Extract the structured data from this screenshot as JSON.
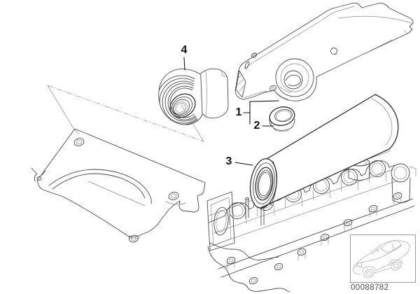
{
  "diagram": {
    "callouts": [
      {
        "label": "1"
      },
      {
        "label": "2"
      },
      {
        "label": "3"
      },
      {
        "label": "4"
      }
    ],
    "doc_number": "00088782",
    "colors": {
      "bg": "#ffffff",
      "line-dark": "#2e2e2e",
      "line-med": "#4a4a4a",
      "line-light": "#8c8c8c",
      "line-black": "#111111",
      "line-car": "#b4b4b4",
      "box-border": "#9a9a9a",
      "label-color": "#111111",
      "doc-number-color": "#4f4f4f"
    }
  }
}
